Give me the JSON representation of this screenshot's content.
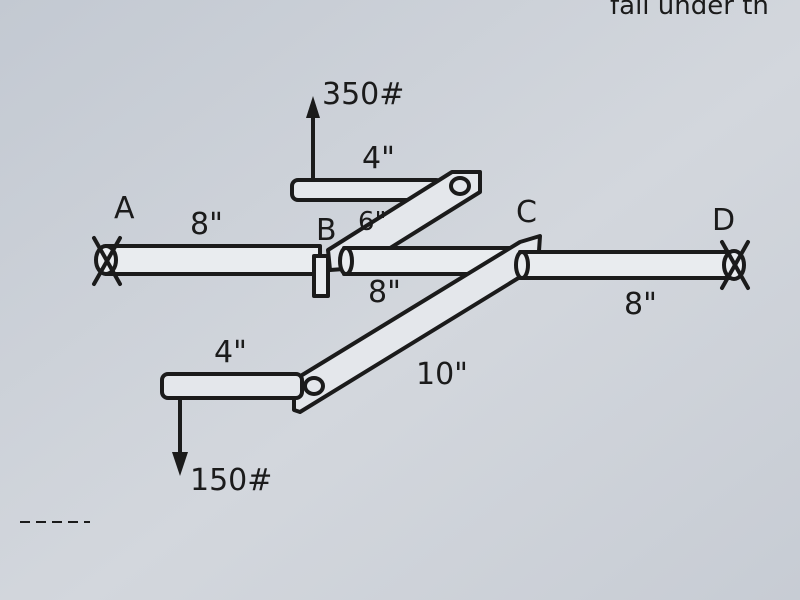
{
  "diagram": {
    "header_text": "fail under th",
    "force_top": "350#",
    "force_bottom": "150#",
    "points": {
      "a": "A",
      "b": "B",
      "c": "C",
      "d": "D"
    },
    "dims": {
      "ab": "8\"",
      "top_arm": "4\"",
      "top_crank": "6\"",
      "bc": "8\"",
      "cd": "8\"",
      "bottom_arm": "4\"",
      "bottom_crank": "10\""
    },
    "colors": {
      "paper": "#c9ced6",
      "ink": "#1b1b1b",
      "member": "#e9ecef"
    }
  }
}
